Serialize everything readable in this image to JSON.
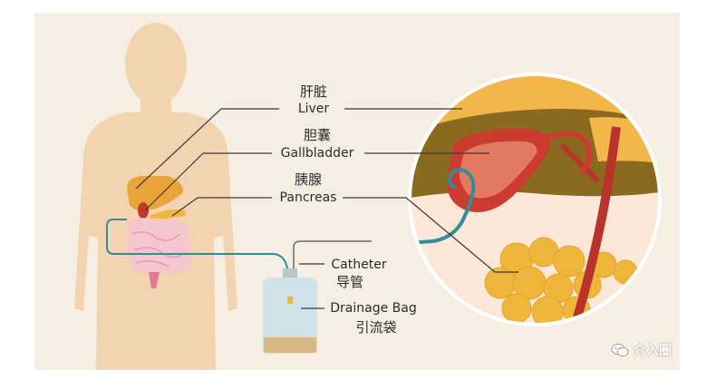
{
  "labels": {
    "liver_cn": "肝脏",
    "liver_en": "Liver",
    "gallbladder_cn": "胆囊",
    "gallbladder_en": "Gallbladder",
    "pancreas_cn": "胰腺",
    "pancreas_en": "Pancreas",
    "catheter_en": "Catheter",
    "catheter_cn": "导管",
    "drainage_en": "Drainage Bag",
    "drainage_cn": "引流袋"
  },
  "watermark": {
    "text": "介入圈",
    "icon": "wechat-icon"
  },
  "colors": {
    "background": "#f7eee3",
    "body": "#f2d4b0",
    "liver": "#e9a43a",
    "gallbladder": "#cc3b2f",
    "pancreas": "#f0b53b",
    "intestine": "#f6c6cf",
    "catheter": "#2f8e97",
    "artery": "#b8342a"
  }
}
